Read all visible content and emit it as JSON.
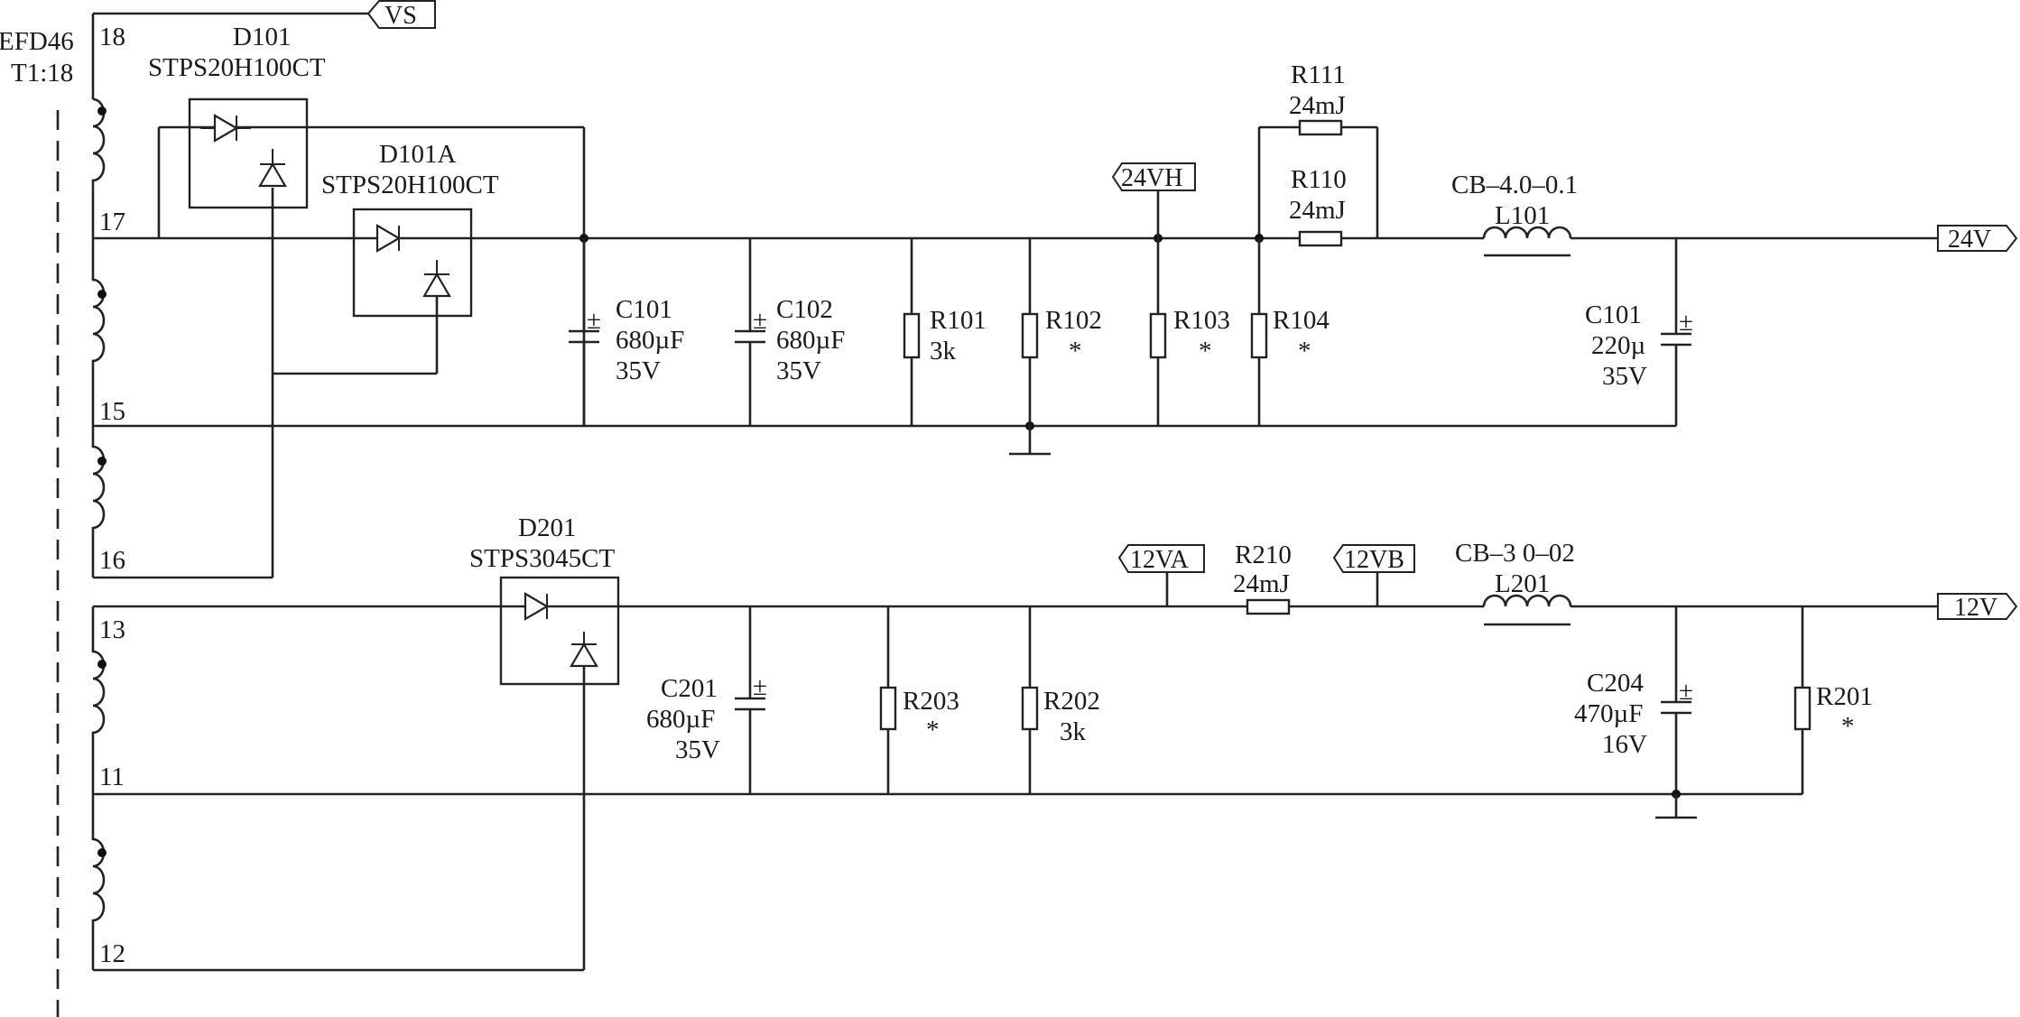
{
  "transformer": {
    "core": "EFD46",
    "ratio": "T1:18"
  },
  "pins": {
    "p18": "18",
    "p17": "17",
    "p15": "15",
    "p16": "16",
    "p13": "13",
    "p11": "11",
    "p12": "12"
  },
  "ports": {
    "vs": "VS",
    "v24vh": "24VH",
    "v24": "24V",
    "v12va": "12VA",
    "v12vb": "12VB",
    "v12": "12V"
  },
  "diodes": {
    "d101": {
      "ref": "D101",
      "part": "STPS20H100CT"
    },
    "d101a": {
      "ref": "D101A",
      "part": "STPS20H100CT"
    },
    "d201": {
      "ref": "D201",
      "part": "STPS3045CT"
    }
  },
  "caps": {
    "c101": {
      "ref": "C101",
      "value": "680µF",
      "voltage": "35V"
    },
    "c102": {
      "ref": "C102",
      "value": "680µF",
      "voltage": "35V"
    },
    "c101b": {
      "ref": "C101",
      "value": "220µ",
      "voltage": "35V"
    },
    "c201": {
      "ref": "C201",
      "value": "680µF",
      "voltage": "35V"
    },
    "c204": {
      "ref": "C204",
      "value": "470µF",
      "voltage": "16V"
    }
  },
  "resistors": {
    "r101": {
      "ref": "R101",
      "value": "3k"
    },
    "r102": {
      "ref": "R102",
      "value": "*"
    },
    "r103": {
      "ref": "R103",
      "value": "*"
    },
    "r104": {
      "ref": "R104",
      "value": "*"
    },
    "r110": {
      "ref": "R110",
      "value": "24mJ"
    },
    "r111": {
      "ref": "R111",
      "value": "24mJ"
    },
    "r210": {
      "ref": "R210",
      "value": "24mJ"
    },
    "r203": {
      "ref": "R203",
      "value": "*"
    },
    "r202": {
      "ref": "R202",
      "value": "3k"
    },
    "r201": {
      "ref": "R201",
      "value": "*"
    }
  },
  "inductors": {
    "l101": {
      "ref": "L101",
      "part": "CB–4.0–0.1"
    },
    "l201": {
      "ref": "L201",
      "part": "CB–3 0–02"
    }
  },
  "symbols": {
    "plus": "±"
  }
}
